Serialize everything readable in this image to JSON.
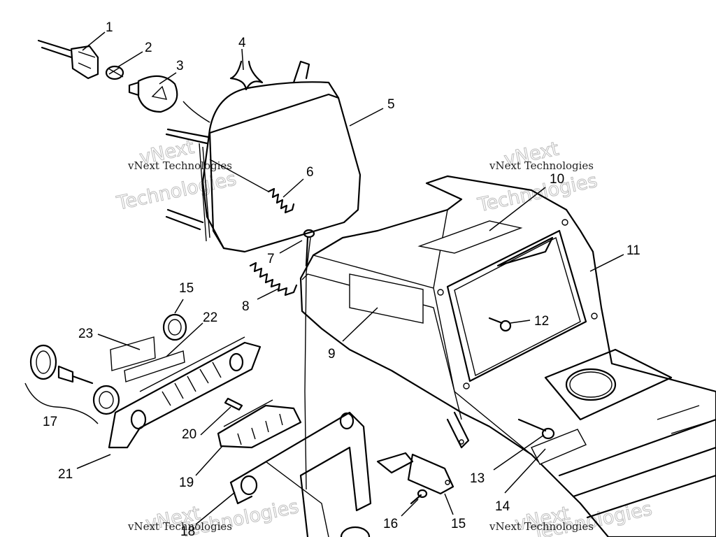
{
  "watermark": {
    "line": "vNext Technologies",
    "word1": "vNext",
    "word2": "Technologies"
  },
  "callouts": {
    "c1": "1",
    "c2": "2",
    "c3": "3",
    "c4": "4",
    "c5": "5",
    "c6": "6",
    "c7": "7",
    "c8": "8",
    "c9": "9",
    "c10": "10",
    "c11": "11",
    "c12": "12",
    "c13": "13",
    "c14": "14",
    "c15a": "15",
    "c15b": "15",
    "c16": "16",
    "c17": "17",
    "c18": "18",
    "c19": "19",
    "c20": "20",
    "c21": "21",
    "c22": "22",
    "c23": "23"
  }
}
